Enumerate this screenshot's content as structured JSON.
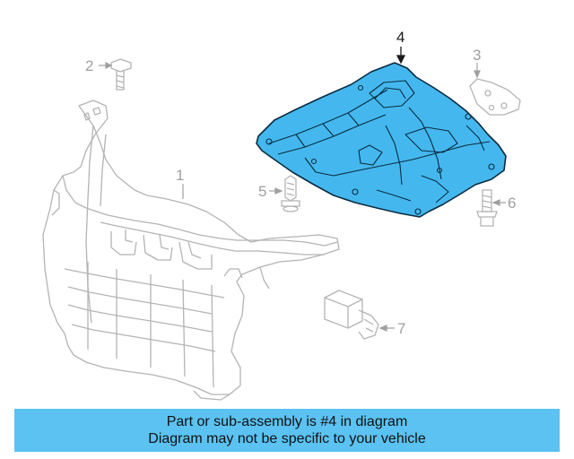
{
  "callouts": {
    "c1": "1",
    "c2": "2",
    "c3": "3",
    "c4": "4",
    "c5": "5",
    "c6": "6",
    "c7": "7"
  },
  "banner": {
    "line1": "Part or sub-assembly is #4 in diagram",
    "line2": "Diagram may not be specific to your vehicle"
  },
  "colors": {
    "highlight_part": "#44b8ee",
    "banner_bg": "#5bc2f2",
    "line_gray": "#b4b4b4"
  }
}
